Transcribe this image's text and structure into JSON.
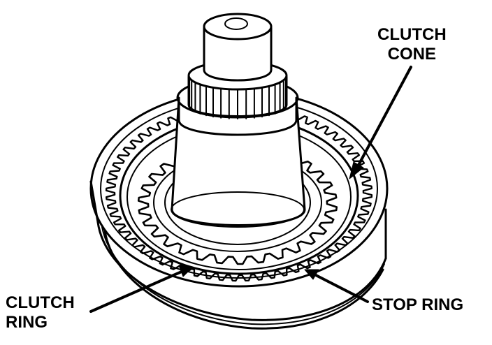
{
  "labels": {
    "clutch_cone": [
      "CLUTCH",
      "CONE"
    ],
    "clutch_ring": [
      "CLUTCH",
      "RING"
    ],
    "stop_ring": "STOP RING"
  },
  "colors": {
    "line": "#000000",
    "background": "#ffffff"
  }
}
